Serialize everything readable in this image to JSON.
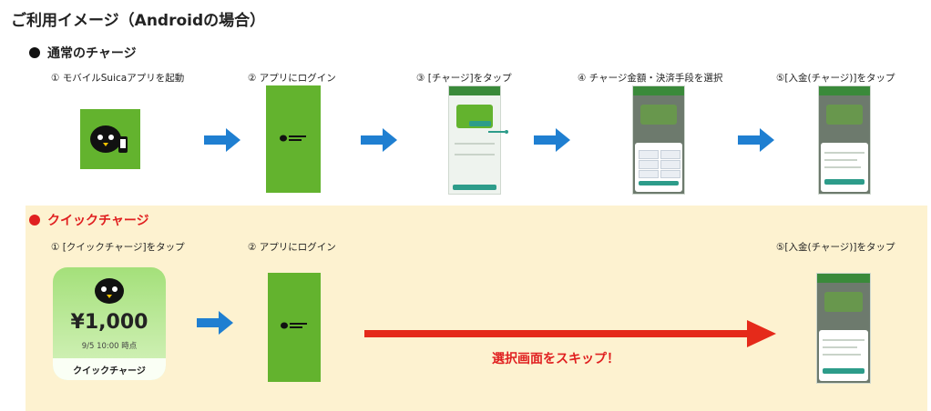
{
  "page_title": "ご利用イメージ（Androidの場合）",
  "normal_section": {
    "heading": "通常のチャージ",
    "bullet_color": "#111111",
    "steps": [
      "① モバイルSuicaアプリを起動",
      "② アプリにログイン",
      "③ [チャージ]をタップ",
      "④ チャージ金額・決済手段を選択",
      "⑤[入金(チャージ)]をタップ"
    ]
  },
  "quick_section": {
    "heading": "クイックチャージ",
    "bullet_color": "#e02020",
    "steps": [
      "① [クイックチャージ]をタップ",
      "② アプリにログイン",
      "⑤[入金(チャージ)]をタップ"
    ],
    "widget": {
      "amount": "¥1,000",
      "datetime": "9/5 10:00 時点",
      "button_label": "クイックチャージ"
    },
    "skip_label": "選択画面をスキップ！"
  },
  "colors": {
    "accent_green": "#63b32e",
    "arrow_blue": "#1f7fd1",
    "skip_red": "#e52a1a",
    "quick_bg": "#fdf2d0"
  }
}
